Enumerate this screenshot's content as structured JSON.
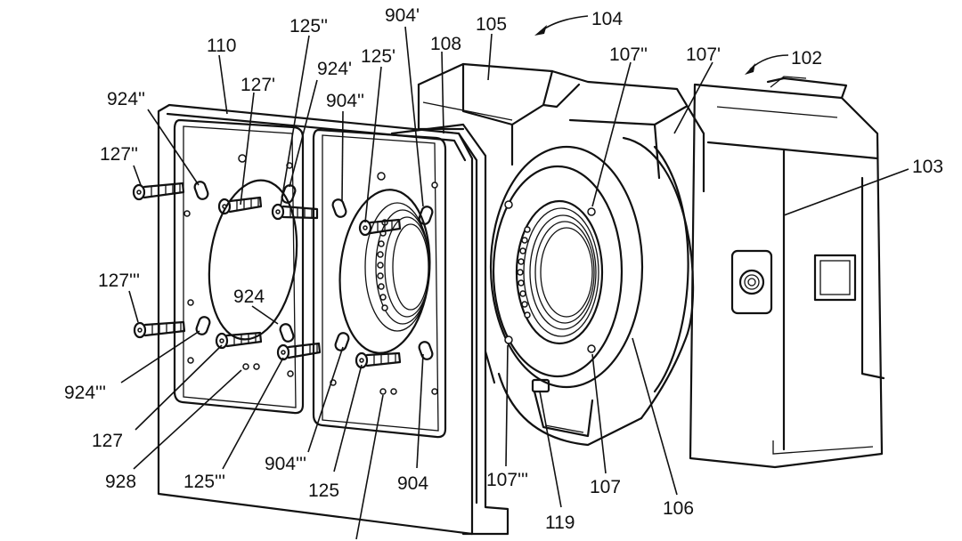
{
  "labels": {
    "l102": "102",
    "l103": "103",
    "l104": "104",
    "l105": "105",
    "l106": "106",
    "l107": "107",
    "l107a": "107'",
    "l107b": "107''",
    "l107c": "107'''",
    "l108": "108",
    "l110": "110",
    "l119": "119",
    "l125": "125",
    "l125a": "125'",
    "l125b": "125''",
    "l125c": "125'''",
    "l127": "127",
    "l127a": "127'",
    "l127b": "127''",
    "l127c": "127'''",
    "l904": "904",
    "l904a": "904'",
    "l904b": "904''",
    "l904c": "904'''",
    "l924": "924",
    "l924a": "924'",
    "l924b": "924''",
    "l924c": "924'''",
    "l928": "928"
  }
}
